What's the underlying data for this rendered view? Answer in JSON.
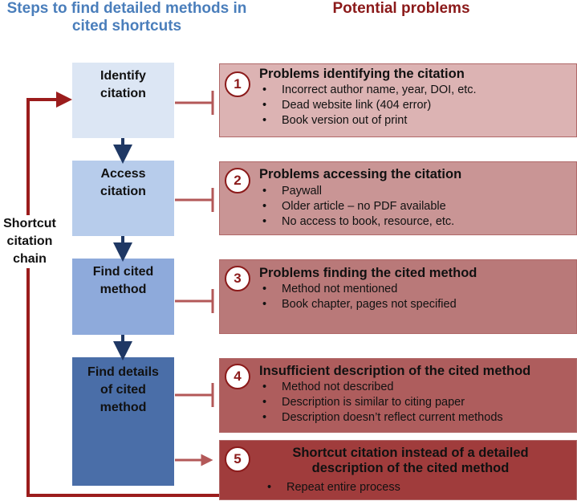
{
  "headers": {
    "left": "Steps to find detailed methods in cited shortcuts",
    "right": "Potential problems"
  },
  "chain_label": "Shortcut\ncitation\nchain",
  "steps": [
    {
      "label": "Identify\ncitation",
      "bg": "#dce6f4",
      "fg": "#111111"
    },
    {
      "label": "Access\ncitation",
      "bg": "#b7cceb",
      "fg": "#111111"
    },
    {
      "label": "Find cited\nmethod",
      "bg": "#8eaadb",
      "fg": "#111111"
    },
    {
      "label": "Find details\nof cited\nmethod",
      "bg": "#4a6ea8",
      "fg": "#111111"
    }
  ],
  "problems": [
    {
      "number": "1",
      "title": "Problems identifying the citation",
      "bg": "#dcb3b3",
      "bullets": [
        "Incorrect author name, year, DOI, etc.",
        "Dead website link (404 error)",
        "Book version out of print"
      ]
    },
    {
      "number": "2",
      "title": "Problems accessing the citation",
      "bg": "#c99595",
      "bullets": [
        "Paywall",
        "Older article – no PDF available",
        "No access to book, resource, etc."
      ]
    },
    {
      "number": "3",
      "title": "Problems finding the cited method",
      "bg": "#b97979",
      "bullets": [
        "Method not mentioned",
        "Book chapter, pages not specified"
      ]
    },
    {
      "number": "4",
      "title": "Insufficient description of the cited method",
      "bg": "#ae5d5d",
      "bullets": [
        "Method not described",
        "Description is similar to citing paper",
        "Description doesn’t reflect current methods"
      ]
    },
    {
      "number": "5",
      "title": "Shortcut citation instead of a detailed\ndescription of the cited method",
      "bg": "#a03c3c",
      "bullets": [
        "Repeat entire process"
      ]
    }
  ],
  "colors": {
    "step_arrow": "#1f3864",
    "inhibit_line": "#b35858",
    "chain_line": "#9b1c1c",
    "left_header": "#4a7ebb",
    "right_header": "#8b1a1a"
  }
}
